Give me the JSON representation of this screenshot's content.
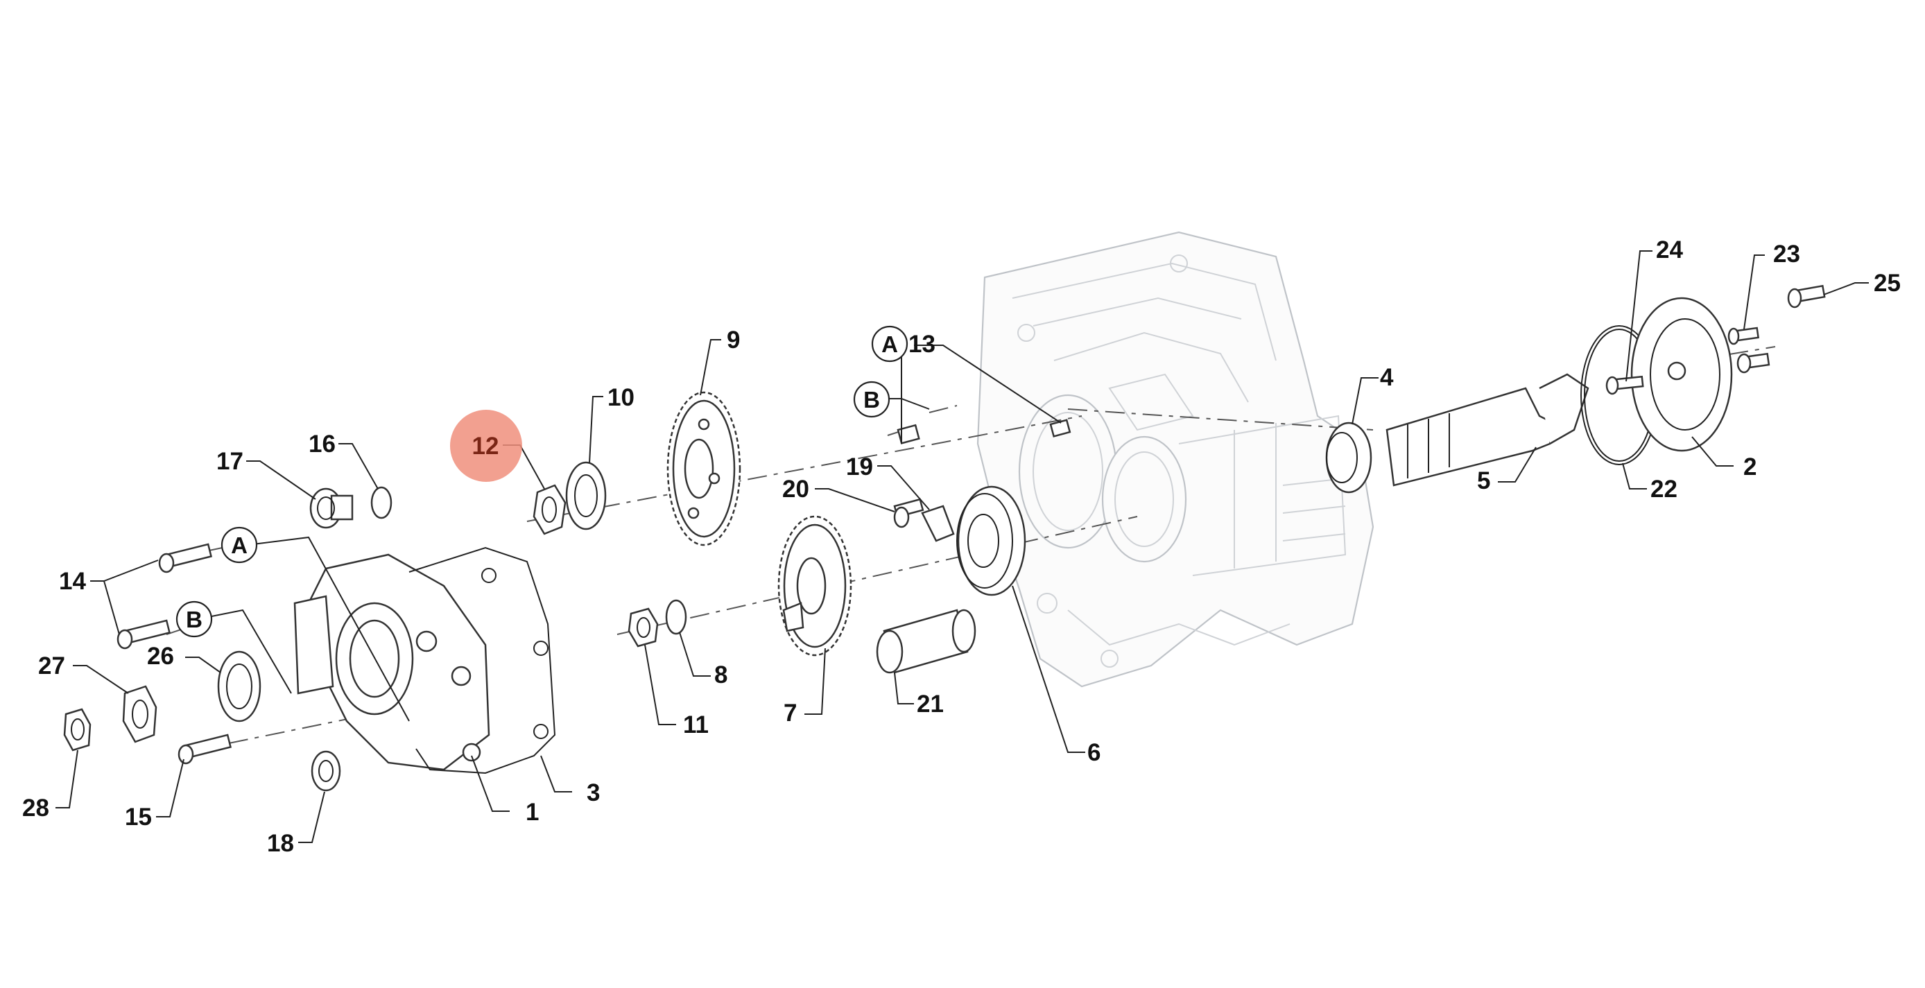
{
  "diagram": {
    "highlight": {
      "label": "12",
      "color": "#f08f7c"
    },
    "callouts": [
      {
        "label": "1"
      },
      {
        "label": "2"
      },
      {
        "label": "3"
      },
      {
        "label": "4"
      },
      {
        "label": "5"
      },
      {
        "label": "6"
      },
      {
        "label": "7"
      },
      {
        "label": "8"
      },
      {
        "label": "9"
      },
      {
        "label": "10"
      },
      {
        "label": "11"
      },
      {
        "label": "13"
      },
      {
        "label": "14"
      },
      {
        "label": "15"
      },
      {
        "label": "16"
      },
      {
        "label": "17"
      },
      {
        "label": "18"
      },
      {
        "label": "19"
      },
      {
        "label": "20"
      },
      {
        "label": "21"
      },
      {
        "label": "22"
      },
      {
        "label": "23"
      },
      {
        "label": "24"
      },
      {
        "label": "25"
      },
      {
        "label": "26"
      },
      {
        "label": "27"
      },
      {
        "label": "28"
      }
    ],
    "markers": [
      {
        "label": "A"
      },
      {
        "label": "B"
      },
      {
        "label": "A"
      },
      {
        "label": "B"
      }
    ]
  }
}
